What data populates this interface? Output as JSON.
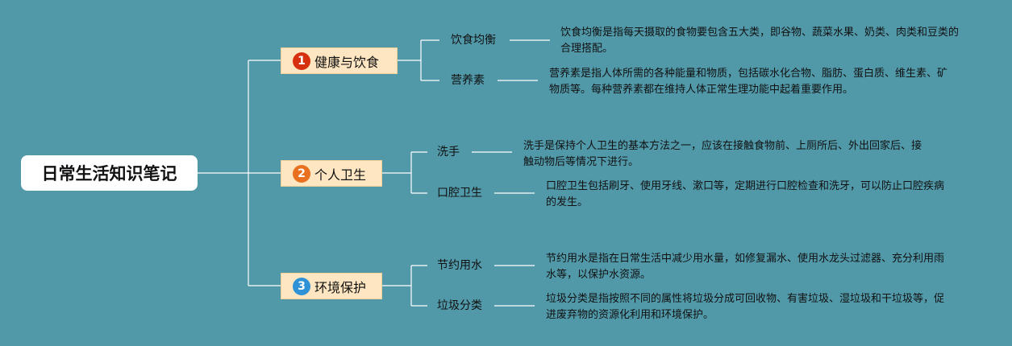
{
  "root": {
    "title": "日常生活知识笔记"
  },
  "branches": [
    {
      "number": "1",
      "label": "健康与饮食",
      "badge_color": "#d6300f",
      "items": [
        {
          "label": "饮食均衡",
          "desc": "饮食均衡是指每天摄取的食物要包含五大类，即谷物、蔬菜水果、奶类、肉类和豆类的合理搭配。"
        },
        {
          "label": "营养素",
          "desc": "营养素是指人体所需的各种能量和物质，包括碳水化合物、脂肪、蛋白质、维生素、矿物质等。每种营养素都在维持人体正常生理功能中起着重要作用。"
        }
      ]
    },
    {
      "number": "2",
      "label": "个人卫生",
      "badge_color": "#e8701e",
      "items": [
        {
          "label": "洗手",
          "desc": "洗手是保持个人卫生的基本方法之一，应该在接触食物前、上厕所后、外出回家后、接触动物后等情况下进行。"
        },
        {
          "label": "口腔卫生",
          "desc": "口腔卫生包括刷牙、使用牙线、漱口等，定期进行口腔检查和洗牙，可以防止口腔疾病的发生。"
        }
      ]
    },
    {
      "number": "3",
      "label": "环境保护",
      "badge_color": "#2f92d6",
      "items": [
        {
          "label": "节约用水",
          "desc": "节约用水是指在日常生活中减少用水量，如修复漏水、使用水龙头过滤器、充分利用雨水等，以保护水资源。"
        },
        {
          "label": "垃圾分类",
          "desc": "垃圾分类是指按照不同的属性将垃圾分成可回收物、有害垃圾、湿垃圾和干垃圾等，促进废弃物的资源化利用和环境保护。"
        }
      ]
    }
  ],
  "colors": {
    "background": "#5199a9",
    "line": "#ffffff",
    "branch_fill": "#fde6c1"
  }
}
